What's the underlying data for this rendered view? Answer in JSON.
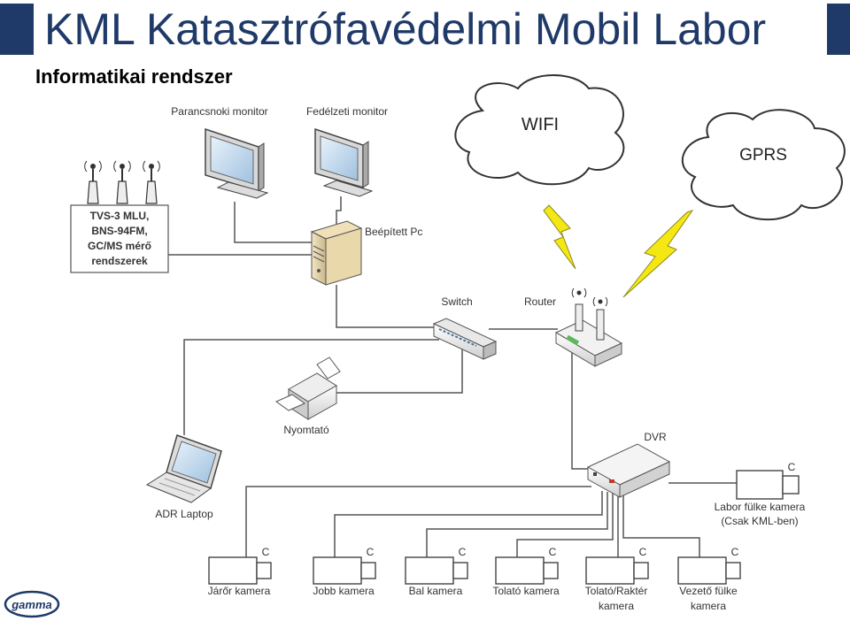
{
  "header": {
    "title": "KML Katasztrófavédelmi Mobil Labor",
    "subtitle": "Informatikai rendszer",
    "accent_color": "#1f3a68"
  },
  "diagram": {
    "clouds": {
      "wifi": "WIFI",
      "gprs": "GPRS"
    },
    "nodes": {
      "command_monitor": "Parancsnoki monitor",
      "dash_monitor": "Fedélzeti monitor",
      "builtin_pc": "Beépített Pc",
      "switch": "Switch",
      "router": "Router",
      "printer": "Nyomtató",
      "laptop": "ADR Laptop",
      "dvr": "DVR"
    },
    "measurement_box": [
      "TVS-3 MLU,",
      "BNS-94FM,",
      "GC/MS mérő",
      "rendszerek"
    ],
    "camera_letter": "C",
    "lab_camera": [
      "Labor fülke kamera",
      "(Csak KML-ben)"
    ],
    "cameras": [
      {
        "label": [
          "Járőr kamera"
        ]
      },
      {
        "label": [
          "Jobb kamera"
        ]
      },
      {
        "label": [
          "Bal  kamera"
        ]
      },
      {
        "label": [
          "Tolató kamera"
        ]
      },
      {
        "label": [
          "Tolató/Raktér",
          "kamera"
        ]
      },
      {
        "label": [
          "Vezető fülke",
          "kamera"
        ]
      }
    ]
  },
  "footer": {
    "logo_text": "gamma",
    "logo_icon": "gamma-logo-icon"
  }
}
